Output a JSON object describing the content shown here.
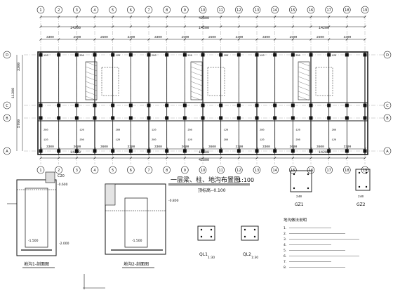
{
  "plan": {
    "title": "一层梁、柱、地沟布置图",
    "scale": "1:100",
    "subtitle": "顶标高--0.100",
    "dims_total": "42600",
    "dims_group": [
      "14200",
      "14200",
      "14200"
    ],
    "dims_top_bays": [
      "3300",
      "2500",
      "2500",
      "3300",
      "3300",
      "2500",
      "2500",
      "3300",
      "3300",
      "2500",
      "2500",
      "3300"
    ],
    "dims_bottom_bays": [
      "3300",
      "3600",
      "3600",
      "3300",
      "3300",
      "3600",
      "3600",
      "3300",
      "3300",
      "3600",
      "3600",
      "3300"
    ],
    "dims_left": [
      "3300",
      "5700",
      "11300"
    ],
    "axes_top": [
      "1",
      "2",
      "3",
      "4",
      "5",
      "6",
      "7",
      "8",
      "9",
      "10",
      "11",
      "12",
      "13",
      "14",
      "15",
      "16",
      "17",
      "18",
      "19"
    ],
    "axes_left": [
      "D",
      "C",
      "B",
      "A"
    ],
    "beam_marks": [
      "120",
      "200",
      "120",
      "200"
    ]
  },
  "details": {
    "section_a_label": "地沟1-剖面图",
    "section_b_label": "地沟2-剖面图",
    "section_a_levels": [
      "-0.600",
      "-1.500",
      "-2.000"
    ],
    "section_b_levels": [
      "-0.800",
      "-1.500"
    ],
    "c20": "C20",
    "beam1_label": "QL1",
    "beam1_scale": "1:30",
    "beam2_label": "QL2",
    "beam2_scale": "1:30",
    "col1_label": "GZ1",
    "col2_label": "GZ2",
    "dim240": "240"
  },
  "notes": {
    "title": "地沟做法说明",
    "lines": [
      "1.",
      "2.",
      "3.",
      "4.",
      "5.",
      "6.",
      "7.",
      "8."
    ]
  },
  "colors": {
    "line": "#1a1a1a",
    "hatch": "#666666",
    "paper": "#ffffff"
  }
}
